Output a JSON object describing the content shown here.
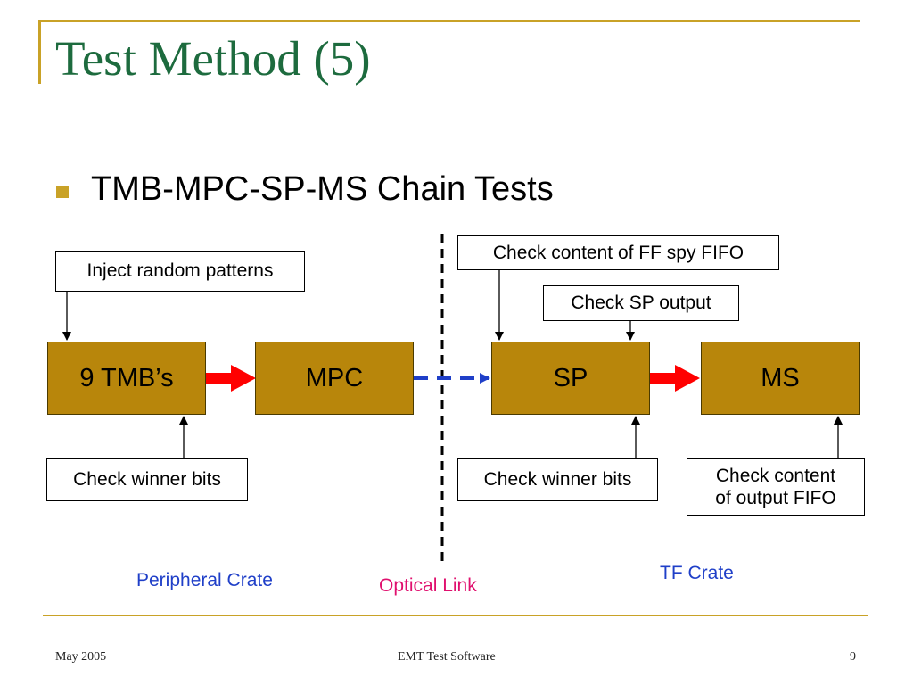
{
  "slide": {
    "title": "Test Method (5)",
    "bullet": "TMB-MPC-SP-MS Chain Tests"
  },
  "diagram": {
    "nodes": {
      "tmb": "9 TMB’s",
      "mpc": "MPC",
      "sp": "SP",
      "ms": "MS"
    },
    "callouts": {
      "inject": "Inject random patterns",
      "ff_spy": "Check content of FF spy FIFO",
      "sp_output": "Check SP output",
      "winner_left": "Check winner bits",
      "winner_right": "Check winner bits",
      "output_fifo_line1": "Check content",
      "output_fifo_line2": "of output FIFO"
    },
    "labels": {
      "peripheral": "Peripheral Crate",
      "optical": "Optical Link",
      "tf": "TF Crate"
    },
    "colors": {
      "node_fill": "#b8860b",
      "red_arrow": "#ff0000",
      "blue_dashed": "#1f3fc8",
      "accent": "#c9a227"
    }
  },
  "footer": {
    "date": "May 2005",
    "center": "EMT Test Software",
    "page": "9"
  }
}
